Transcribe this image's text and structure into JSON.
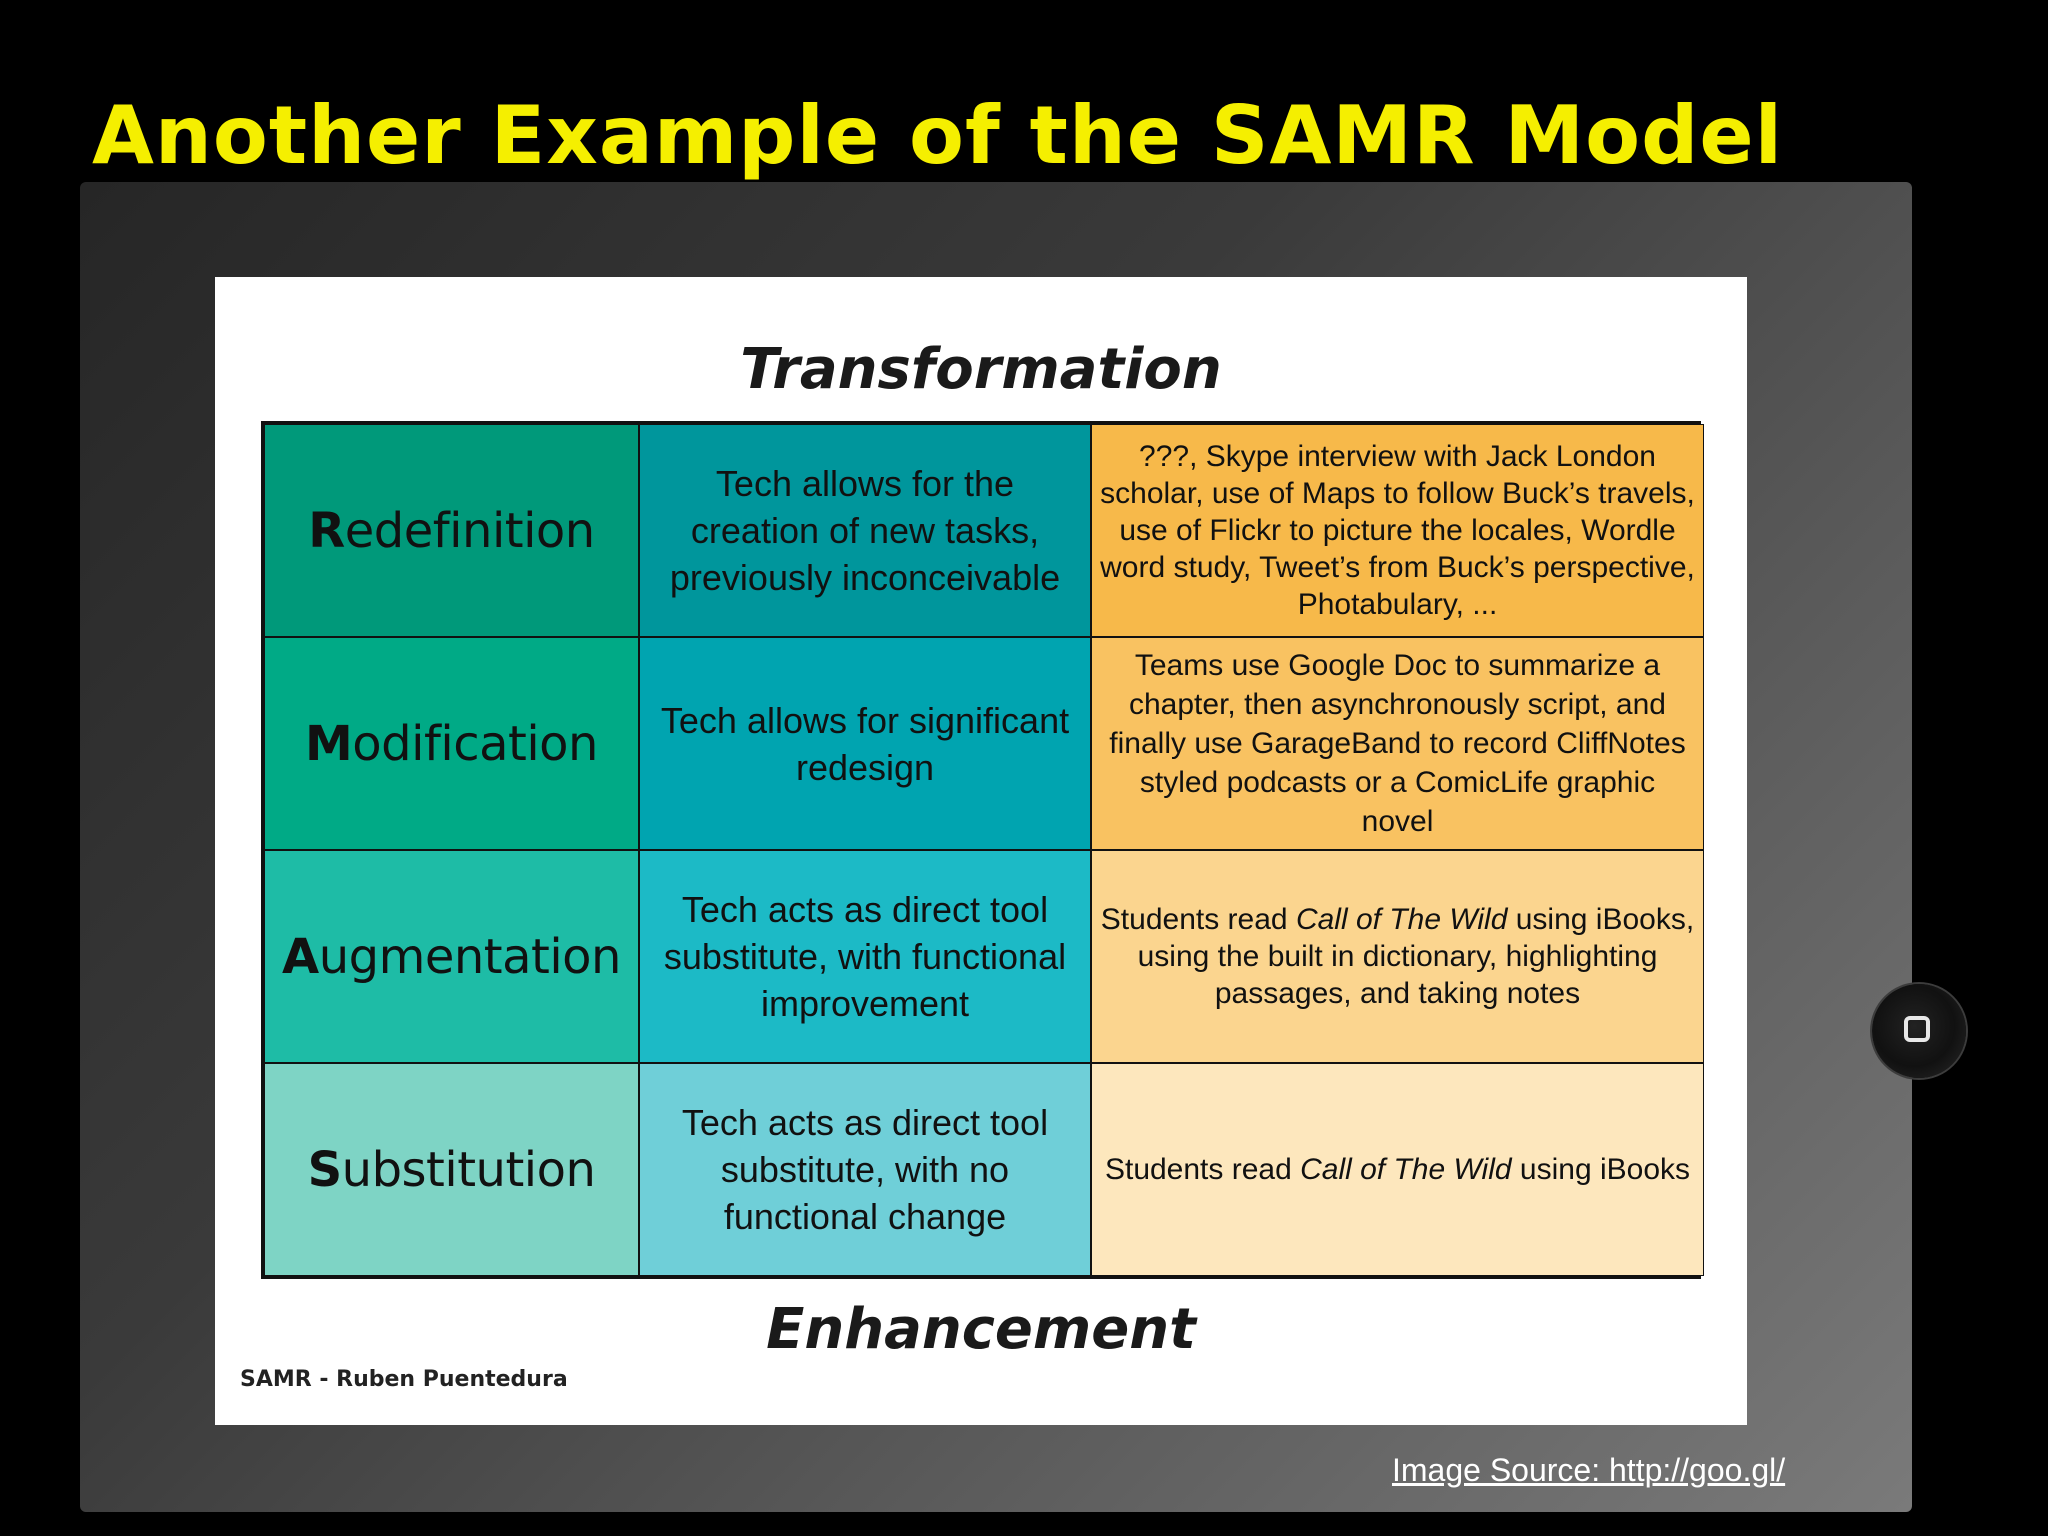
{
  "slide": {
    "title": "Another Example of the SAMR Model",
    "source_link": "Image Source: http://goo.gl/"
  },
  "diagram": {
    "top_label": "Transformation",
    "bottom_label": "Enhancement",
    "credit": "SAMR - Ruben Puentedura",
    "rows": [
      {
        "initial": "R",
        "rest": "edefinition",
        "description": "Tech allows for the creation of new tasks, previously inconceivable",
        "example_parts": [
          "???, Skype interview with Jack London scholar, use of Maps to follow Buck’s travels, use of Flickr to picture the locales, Wordle word study, Tweet’s from Buck’s perspective, Photabulary, ..."
        ],
        "colors": {
          "level": "#00997a",
          "desc": "#00969c",
          "example": "#f7b94a"
        }
      },
      {
        "initial": "M",
        "rest": "odification",
        "description": "Tech allows for significant redesign",
        "example_parts": [
          "Teams use Google Doc to summarize a chapter, then asynchronously script, and finally use GarageBand to record CliffNotes styled podcasts or a ComicLife graphic novel"
        ],
        "colors": {
          "level": "#00aa86",
          "desc": "#00a4b0",
          "example": "#f9c261"
        }
      },
      {
        "initial": "A",
        "rest": "ugmentation",
        "description": "Tech acts as direct tool substitute, with functional improvement",
        "example_parts": [
          "Students read ",
          "Call of The Wild",
          " using iBooks, using the built in dictionary, highlighting passages, and taking notes"
        ],
        "colors": {
          "level": "#1ebca6",
          "desc": "#1cbac6",
          "example": "#fbd58f"
        }
      },
      {
        "initial": "S",
        "rest": "ubstitution",
        "description": "Tech acts as direct tool substitute, with no functional change",
        "example_parts": [
          "Students read ",
          "Call of The Wild",
          " using iBooks"
        ],
        "colors": {
          "level": "#7ed4c5",
          "desc": "#6fcfd8",
          "example": "#fde7bd"
        }
      }
    ]
  }
}
